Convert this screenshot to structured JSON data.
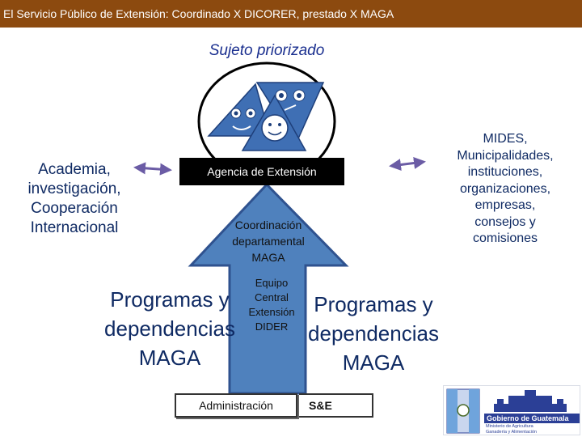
{
  "header": {
    "title": "El Servicio Público de Extensión:  Coordinado X DICORER, prestado X  MAGA"
  },
  "subject": {
    "label": "Sujeto priorizado"
  },
  "left_group": {
    "lines": [
      "Academia,",
      "investigación,",
      "Cooperación",
      "Internacional"
    ]
  },
  "right_group": {
    "lines": [
      "MIDES,",
      "Municipalidades,",
      "instituciones,",
      "organizaciones,",
      "empresas,",
      "consejos y",
      "comisiones"
    ]
  },
  "agency": {
    "label": "Agencia de Extensión"
  },
  "coordination": {
    "lines": [
      "Coordinación",
      "departamental",
      "MAGA"
    ]
  },
  "central_team": {
    "lines": [
      "Equipo",
      "Central",
      "Extensión",
      "DIDER"
    ]
  },
  "programs_left": {
    "lines": [
      "Programas y",
      "dependencias",
      "MAGA"
    ]
  },
  "programs_right": {
    "lines": [
      "Programas y",
      "dependencias",
      "MAGA"
    ]
  },
  "bottom": {
    "admin_label": "Administración",
    "se_label": "S&E"
  },
  "logo": {
    "title": "Gobierno de Guatemala",
    "subtitle_lines": [
      "Ministerio de Agricultura",
      "Ganadería y Alimentación"
    ]
  },
  "colors": {
    "banner": "#8c4a0f",
    "text_dark_blue": "#0f2a63",
    "arrow_blue": "#4f81bd",
    "arrow_outline": "#2f528f",
    "double_arrow": "#6b5ca5",
    "triangle_blue": "#3f6fb4"
  }
}
